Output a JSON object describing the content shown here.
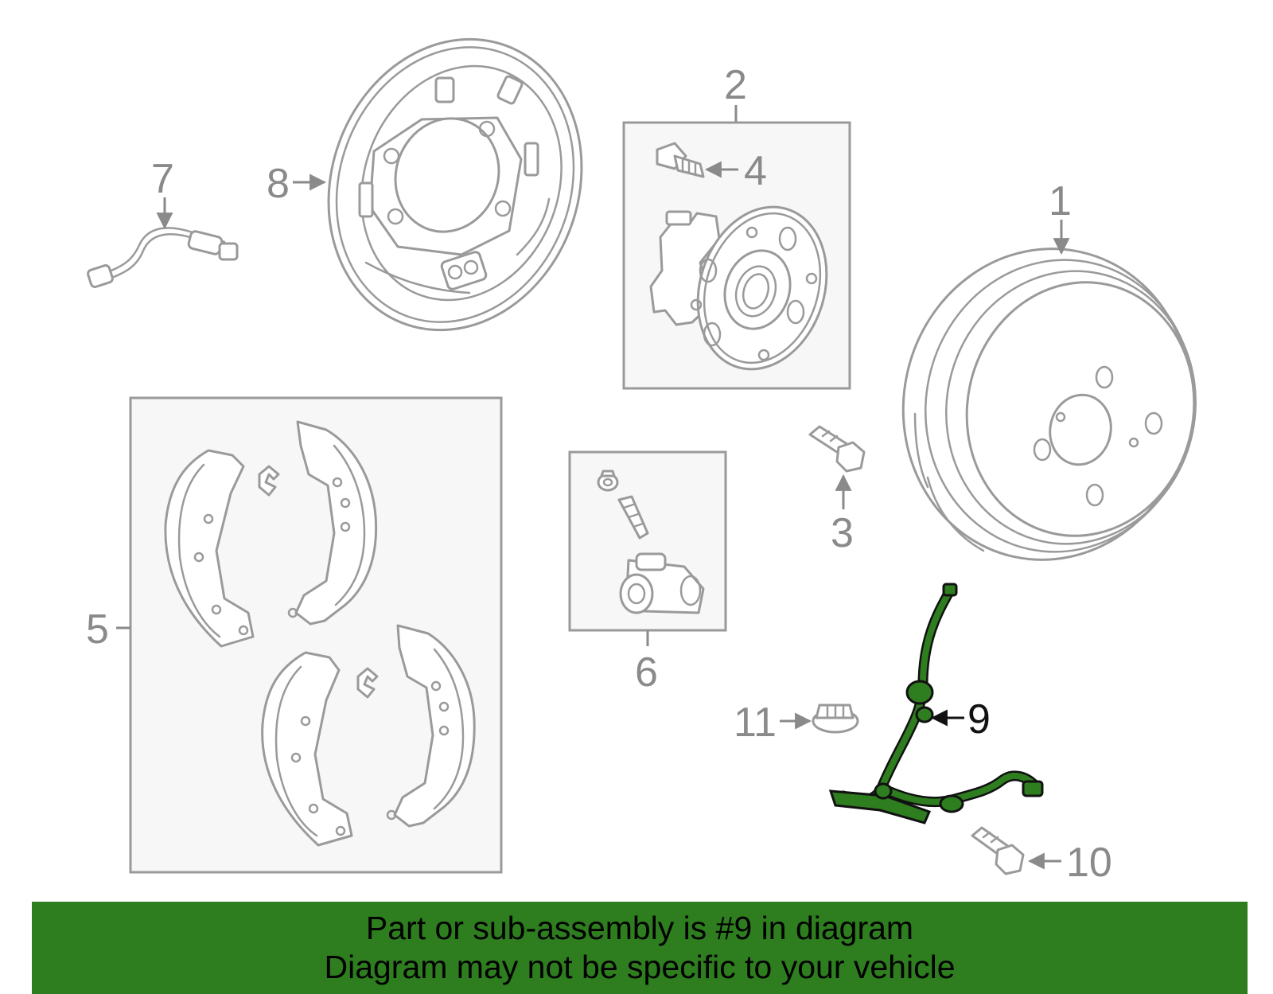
{
  "callouts": {
    "c1": "1",
    "c2": "2",
    "c3": "3",
    "c4": "4",
    "c5": "5",
    "c6": "6",
    "c7": "7",
    "c8": "8",
    "c9": "9",
    "c10": "10",
    "c11": "11"
  },
  "highlighted_part": "9",
  "banner": {
    "line1": "Part or sub-assembly is #9 in diagram",
    "line2": "Diagram may not be specific to your vehicle"
  },
  "colors": {
    "highlight": "#2e7d1f",
    "banner_bg": "#2e7d1f",
    "line_art": "#9a9a9a"
  }
}
